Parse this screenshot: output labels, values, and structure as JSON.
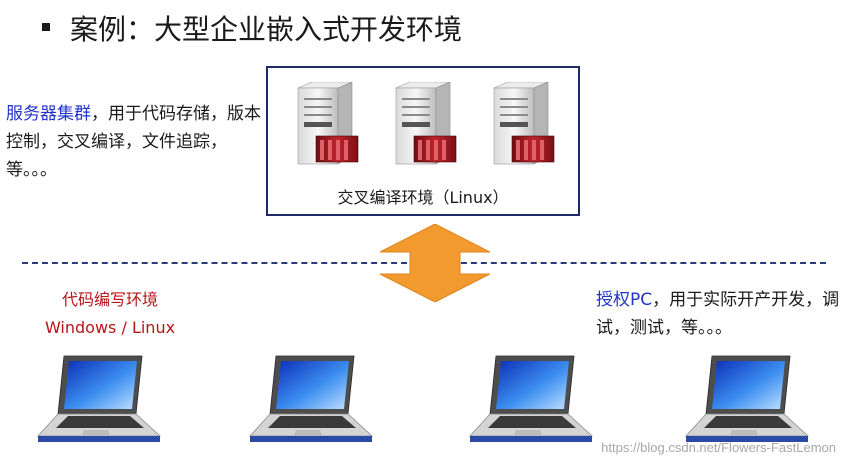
{
  "title": "案例：大型企业嵌入式开发环境",
  "servers": {
    "desc_highlight": "服务器集群",
    "desc_rest": "，用于代码存储，版本控制，交叉编译，文件追踪，等。。。",
    "caption": "交叉编译环境（Linux）",
    "count": 3
  },
  "dev_env": {
    "line1": "代码编写环境",
    "line2": "Windows / Linux"
  },
  "pc": {
    "desc_highlight": "授权PC",
    "desc_rest": "，用于实际开产开发，调试，测试，等。。。"
  },
  "laptops": {
    "count": 4
  },
  "watermark": "https://blog.csdn.net/Flowers-FastLemon",
  "colors": {
    "accent_blue": "#2233cc",
    "accent_red": "#b8141a",
    "arrow_orange": "#f29a2e",
    "box_border": "#1e2a6a"
  },
  "icons": [
    "server-icon",
    "laptop-icon",
    "double-arrow-icon"
  ]
}
